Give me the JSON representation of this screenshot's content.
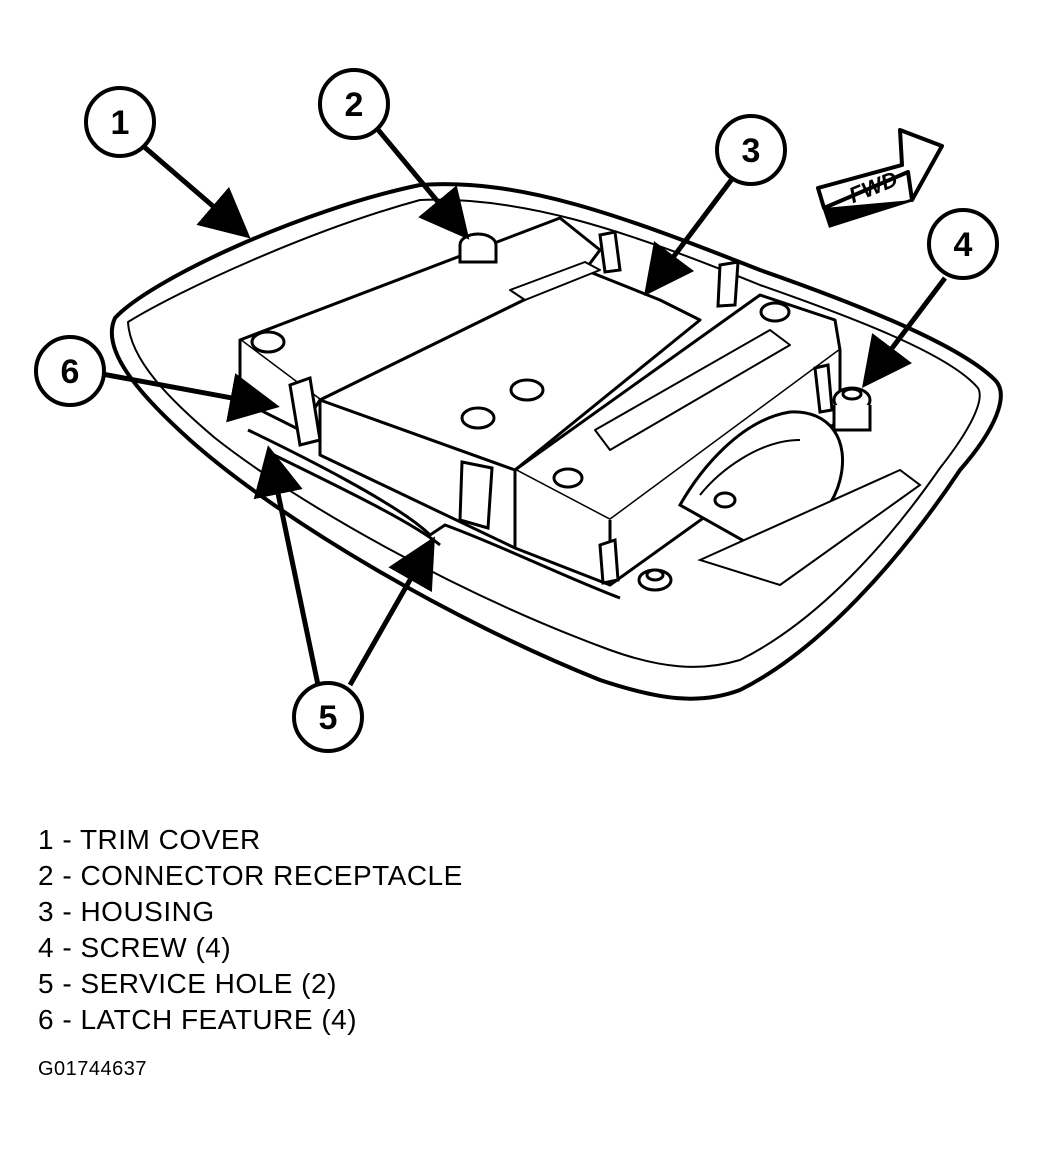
{
  "callouts": [
    {
      "number": "1"
    },
    {
      "number": "2"
    },
    {
      "number": "3"
    },
    {
      "number": "4"
    },
    {
      "number": "5"
    },
    {
      "number": "6"
    }
  ],
  "direction_label": "FWD",
  "legend": [
    "1 - TRIM COVER",
    "2 - CONNECTOR RECEPTACLE",
    "3 - HOUSING",
    "4 - SCREW (4)",
    "5 - SERVICE HOLE (2)",
    "6 - LATCH FEATURE (4)"
  ],
  "figure_id": "G01744637"
}
